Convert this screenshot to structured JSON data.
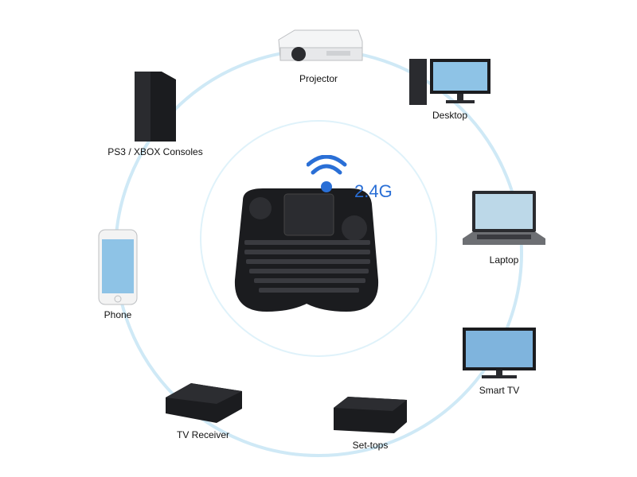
{
  "colors": {
    "ring": "#cfe9f6",
    "ring_inner": "#d9f0f9",
    "accent": "#2a6fd6",
    "device_dark": "#1b1c1f",
    "screen": "#8ec3e6"
  },
  "center": {
    "product": "wireless mini keyboard",
    "signal_icon": "wifi-icon",
    "frequency": "2.4G"
  },
  "devices": [
    {
      "id": "projector",
      "label": "Projector",
      "icon": "projector-icon"
    },
    {
      "id": "desktop",
      "label": "Desktop",
      "icon": "desktop-icon"
    },
    {
      "id": "laptop",
      "label": "Laptop",
      "icon": "laptop-icon"
    },
    {
      "id": "smart-tv",
      "label": "Smart TV",
      "icon": "tv-icon"
    },
    {
      "id": "set-tops",
      "label": "Set-tops",
      "icon": "set-top-box-icon"
    },
    {
      "id": "tv-receiver",
      "label": "TV Receiver",
      "icon": "receiver-icon"
    },
    {
      "id": "phone",
      "label": "Phone",
      "icon": "phone-icon"
    },
    {
      "id": "consoles",
      "label": "PS3 / XBOX Consoles",
      "icon": "console-icon"
    }
  ]
}
